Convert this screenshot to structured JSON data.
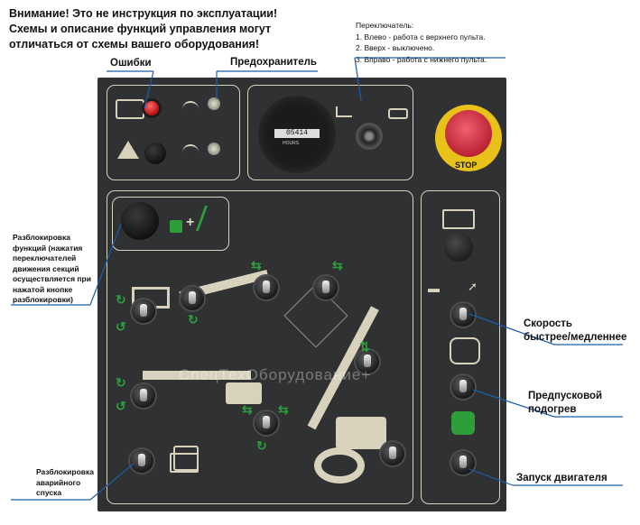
{
  "warning": {
    "line1": "Внимание! Это не инструкция по эксплуатации!",
    "line2": "Схемы и описание функций управления могут",
    "line3": "отличаться от схемы вашего оборудования!"
  },
  "switch_note": {
    "title": "Переключатель:",
    "item1": "1. Влево - работа с верхнего пульта.",
    "item2": "2. Вверх - выключено.",
    "item3": "3. Вправо - работа с нижнего пульта."
  },
  "labels": {
    "errors": "Ошибки",
    "fuse": "Предохранитель",
    "unlock": [
      "Разблокировка",
      "функций (нажатия",
      "переключателей",
      "движения секций",
      "осуществляется при",
      "нажатой кнопке",
      "разблокировки)"
    ],
    "speed": [
      "Скорость",
      "быстрее/медленнее"
    ],
    "preheat": [
      "Предпусковой",
      "подогрев"
    ],
    "start": "Запуск двигателя",
    "emergency": [
      "Разблокировка",
      "аварийного",
      "спуска"
    ]
  },
  "panel": {
    "hourmeter_value": "05414",
    "hourmeter_unit": "HOURS",
    "stop_label": "STOP",
    "watermark": "СпецТехОборудование+"
  },
  "colors": {
    "panel": "#2f3133",
    "accent_green": "#2e9e3b",
    "line_blue": "#1a5fa8",
    "stop_red": "#d63a4a",
    "stop_ring": "#e8c21a"
  }
}
